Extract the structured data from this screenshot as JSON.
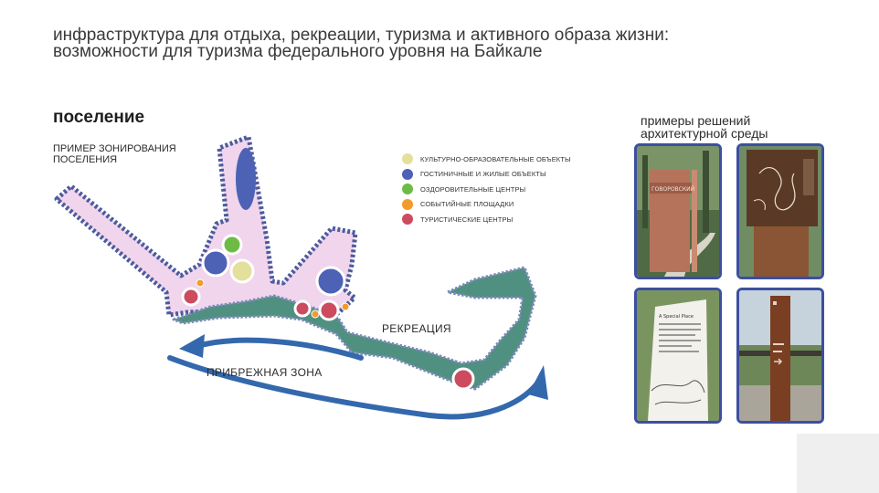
{
  "header": {
    "title_line1": "инфраструктура для отдыха, рекреации, туризма и активного образа жизни:",
    "title_line2": "возможности для туризма федерального уровня на Байкале"
  },
  "section": {
    "title": "поселение",
    "zoning_line1": "ПРИМЕР ЗОНИРОВАНИЯ",
    "zoning_line2": "ПОСЕЛЕНИЯ"
  },
  "legend": [
    {
      "label": "КУЛЬТУРНО-ОБРАЗОВАТЕЛЬНЫЕ ОБЪЕКТЫ",
      "color": "#e3df9c"
    },
    {
      "label": "ГОСТИНИЧНЫЕ И ЖИЛЫЕ ОБЪЕКТЫ",
      "color": "#4d62b4"
    },
    {
      "label": "ОЗДОРОВИТЕЛЬНЫЕ  ЦЕНТРЫ",
      "color": "#6dbb45"
    },
    {
      "label": "СОБЫТИЙНЫЕ ПЛОЩАДКИ",
      "color": "#f39a2e"
    },
    {
      "label": "ТУРИСТИЧЕСКИЕ ЦЕНТРЫ",
      "color": "#cc4b5e"
    }
  ],
  "map": {
    "recreation_label": "РЕКРЕАЦИЯ",
    "coast_label": "ПРИБРЕЖНАЯ ЗОНА",
    "settlement_color": "#f0d5ec",
    "settlement_border": "#4c5b9e",
    "recreation_color": "#4f9080",
    "arrow_color": "#3468ad"
  },
  "examples": {
    "title_line1": "примеры решений",
    "title_line2": "архитектурной среды",
    "sign_text": "ГОВОРОВСКИЙ",
    "plaque_text": "A Special Place",
    "frame_color": "#3c4fa0"
  }
}
